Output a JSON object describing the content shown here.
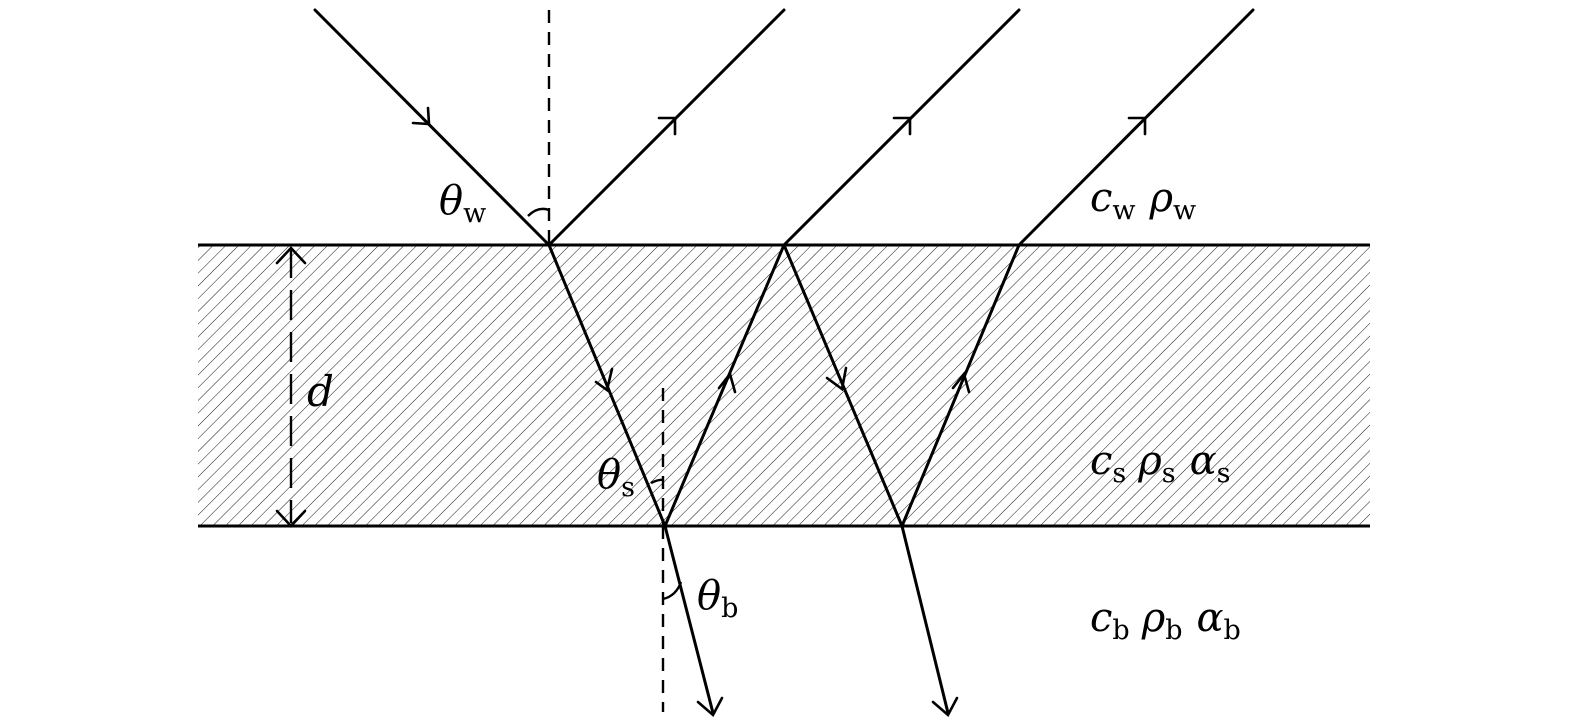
{
  "labels": {
    "theta_w": {
      "main": "θ",
      "sub": "w"
    },
    "theta_s": {
      "main": "θ",
      "sub": "s"
    },
    "theta_b": {
      "main": "θ",
      "sub": "b"
    },
    "thickness": "d",
    "water": {
      "c": "c",
      "c_sub": "w",
      "rho": "ρ",
      "rho_sub": "w"
    },
    "sediment": {
      "c": "c",
      "c_sub": "s",
      "rho": "ρ",
      "rho_sub": "s",
      "alpha": "α",
      "alpha_sub": "s"
    },
    "basement": {
      "c": "c",
      "c_sub": "b",
      "rho": "ρ",
      "rho_sub": "b",
      "alpha": "α",
      "alpha_sub": "b"
    }
  },
  "colors": {
    "line": "#000000",
    "background": "#ffffff"
  }
}
